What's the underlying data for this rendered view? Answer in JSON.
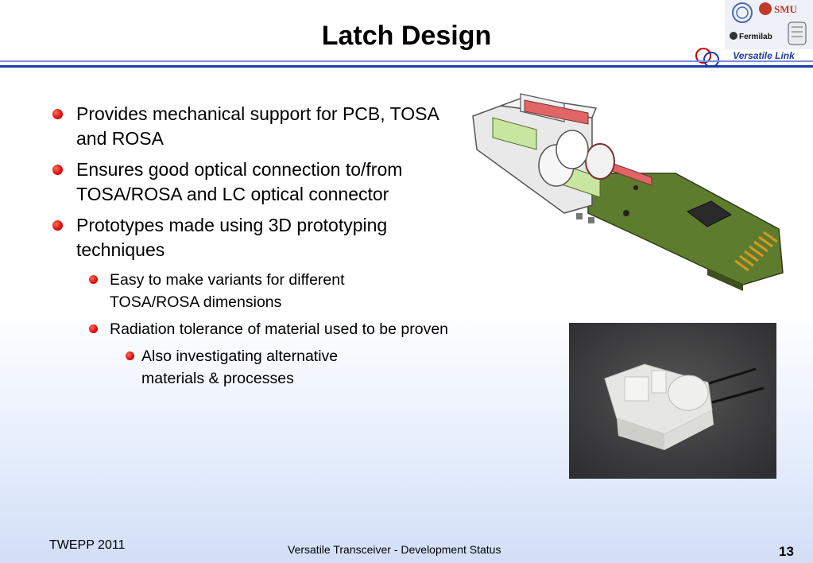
{
  "slide": {
    "title": "Latch Design",
    "logo_text": {
      "smu": "SMU",
      "fermilab": "Fermilab",
      "versatile_link": "Versatile Link"
    },
    "bullets": [
      {
        "level": 1,
        "text": "Provides mechanical support for PCB, TOSA and ROSA"
      },
      {
        "level": 1,
        "text": "Ensures good optical connection to/from TOSA/ROSA and LC optical connector"
      },
      {
        "level": 1,
        "text": "Prototypes made using 3D prototyping techniques"
      },
      {
        "level": 2,
        "text": "Easy to make variants for different TOSA/ROSA dimensions"
      },
      {
        "level": 2,
        "text": "Radiation tolerance of material used to be proven"
      },
      {
        "level": 3,
        "text": "Also investigating alternative materials & processes"
      }
    ],
    "footer": {
      "left": "TWEPP 2011",
      "center": "Versatile Transceiver - Development Status",
      "page": "13"
    }
  },
  "colors": {
    "accent_blue": "#1c3aa9",
    "bullet_red": "#d00000",
    "pcb_green": "#5e7c2e"
  }
}
